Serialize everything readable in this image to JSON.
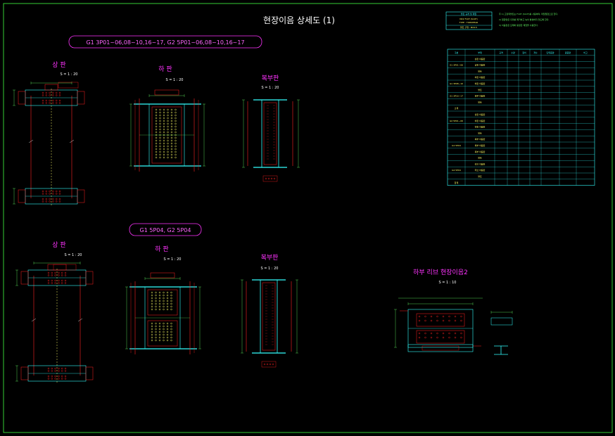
{
  "drawing": {
    "title": "현장이음 상세도 (1)",
    "colors": {
      "background": "#000000",
      "frame": "#33cc33",
      "red": "#ff2222",
      "cyan": "#33ffff",
      "magenta": "#ff33ff",
      "green": "#66ff66",
      "yellow": "#ffff66"
    }
  },
  "groups": [
    {
      "tag": "G1 3P01~06,08~10,16~17, G2 5P01~06,08~10,16~17",
      "views": [
        {
          "label": "상 판",
          "scale": "S = 1 : 20"
        },
        {
          "label": "하 판",
          "scale": "S = 1 : 20"
        },
        {
          "label": "복부판",
          "scale": "S = 1 : 20"
        }
      ]
    },
    {
      "tag": "G1 5P04, G2 5P04",
      "views": [
        {
          "label": "상 판",
          "scale": "S = 1 : 20"
        },
        {
          "label": "하 판",
          "scale": "S = 1 : 20"
        },
        {
          "label": "복부판",
          "scale": "S = 1 : 20"
        }
      ]
    }
  ],
  "rib_detail": {
    "label": "하부 리브 현장이음2",
    "scale": "S = 1 : 10"
  },
  "legend_box": {
    "header": "볼트 규격 및 재질",
    "lines": [
      "M22 F10T (S10T)",
      "TYPE : TORSHEAR",
      "볼트 구멍 : Φ24.5"
    ]
  },
  "notes": [
    "주 1) 고장력볼트는 F10T (S10T)를 사용하며, 마찰접합으로 한다.",
    "2) 접합면은 흑피를 제거하고 녹이 발생하지 않도록 한다.",
    "3) 이음판은 모재와 동일한 재질을 사용한다."
  ],
  "table": {
    "headers": [
      "구분",
      "부재",
      "규격",
      "수량",
      "길이",
      "개수",
      "단위중량",
      "총중량",
      "비고"
    ],
    "rows": [
      [
        "",
        "상판 이음판",
        "",
        "",
        "",
        "",
        "",
        "",
        ""
      ],
      [
        "G1 3P01~06",
        "상판 이음판",
        "",
        "",
        "",
        "",
        "",
        "",
        ""
      ],
      [
        "",
        "볼트",
        "",
        "",
        "",
        "",
        "",
        "",
        ""
      ],
      [
        "",
        "하판 이음판",
        "",
        "",
        "",
        "",
        "",
        "",
        ""
      ],
      [
        "G1 3P08~10",
        "하판 이음판",
        "",
        "",
        "",
        "",
        "",
        "",
        ""
      ],
      [
        "",
        "볼트",
        "",
        "",
        "",
        "",
        "",
        "",
        ""
      ],
      [
        "G1 3P16~17",
        "복부 이음판",
        "",
        "",
        "",
        "",
        "",
        "",
        ""
      ],
      [
        "",
        "볼트",
        "",
        "",
        "",
        "",
        "",
        "",
        ""
      ],
      [
        "소계",
        "",
        "",
        "",
        "",
        "",
        "",
        "",
        ""
      ],
      [
        "",
        "상판 이음판",
        "",
        "",
        "",
        "",
        "",
        "",
        ""
      ],
      [
        "G2 5P01~06",
        "하판 이음판",
        "",
        "",
        "",
        "",
        "",
        "",
        ""
      ],
      [
        "",
        "하판 이음판",
        "",
        "",
        "",
        "",
        "",
        "",
        ""
      ],
      [
        "",
        "볼트",
        "",
        "",
        "",
        "",
        "",
        "",
        ""
      ],
      [
        "",
        "복부 이음판",
        "",
        "",
        "",
        "",
        "",
        "",
        ""
      ],
      [
        "G1 5P04",
        "복부 이음판",
        "",
        "",
        "",
        "",
        "",
        "",
        ""
      ],
      [
        "",
        "복부 이음판",
        "",
        "",
        "",
        "",
        "",
        "",
        ""
      ],
      [
        "",
        "볼트",
        "",
        "",
        "",
        "",
        "",
        "",
        ""
      ],
      [
        "",
        "리브 이음판",
        "",
        "",
        "",
        "",
        "",
        "",
        ""
      ],
      [
        "G2 5P04",
        "리브 이음판",
        "",
        "",
        "",
        "",
        "",
        "",
        ""
      ],
      [
        "",
        "볼트",
        "",
        "",
        "",
        "",
        "",
        "",
        ""
      ],
      [
        "합계",
        "",
        "",
        "",
        "",
        "",
        "",
        "",
        ""
      ]
    ]
  }
}
